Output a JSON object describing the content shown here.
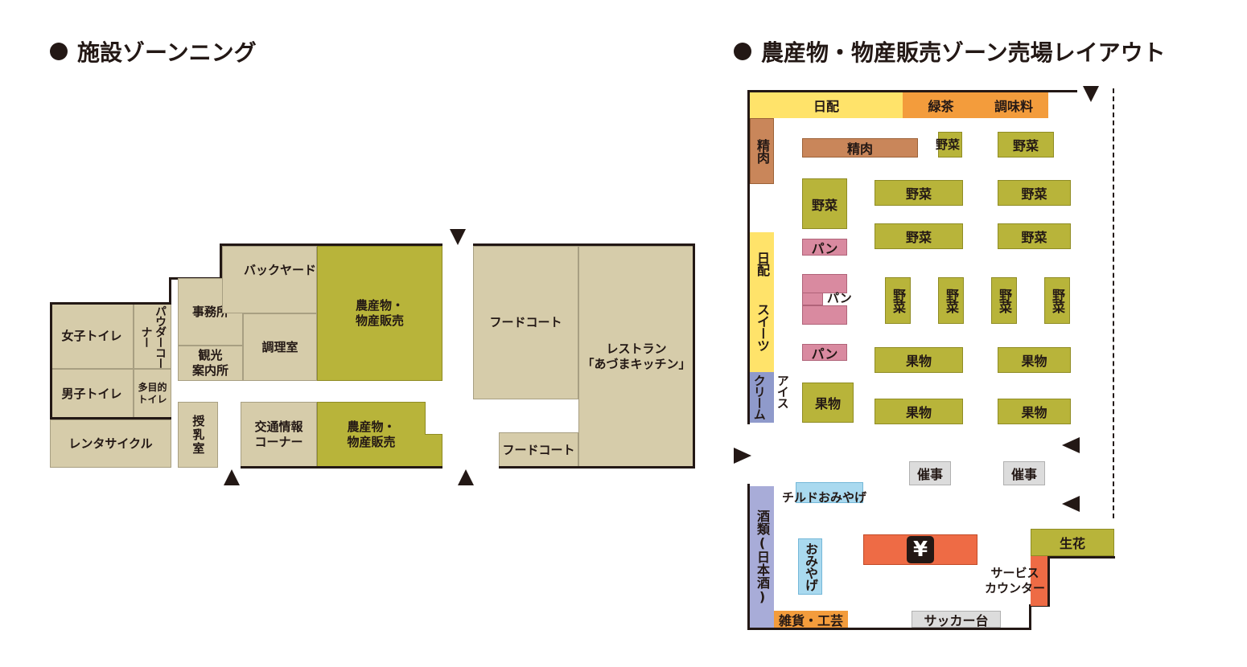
{
  "titles": {
    "zoning": "施設ゾーンニング",
    "layout": "農産物・物産販売ゾーン売場レイアウト"
  },
  "zoning": {
    "womens_toilet": "女子トイレ",
    "powder_corner": "パウダーコーナー",
    "mens_toilet": "男子トイレ",
    "multi_toilet": "多目的\nトイレ",
    "rental_cycle": "レンタサイクル",
    "office": "事務所",
    "tourist_info": "観光\n案内所",
    "backyard": "バックヤード",
    "kitchen_room": "調理室",
    "nursing_room": "授乳室",
    "transport_info": "交通情報\nコーナー",
    "produce_sales_1": "農産物・\n物産販売",
    "produce_sales_2": "農産物・\n物産販売",
    "food_court_1": "フードコート",
    "food_court_2": "フードコート",
    "restaurant": "レストラン\n「あづまキッチン」"
  },
  "layout": {
    "daily_top": "日配",
    "green_tea": "緑茶",
    "seasoning": "調味料",
    "meat_wall": "精肉",
    "meat_center": "精肉",
    "vegetables": "野菜",
    "bread": "パン",
    "daily_side": "日配",
    "sweets": "スイーツ",
    "ice_cream_1": "アイス",
    "ice_cream_2": "クリーム",
    "fruit": "果物",
    "event": "催事",
    "chilled_souvenir": "チルドおみやげ",
    "souvenir": "おみやげ",
    "sake": "酒類(日本酒)",
    "register": "¥",
    "flowers": "生花",
    "service_counter": "サービス\nカウンター",
    "crafts": "雑貨・工芸",
    "sacker_table": "サッカー台"
  }
}
